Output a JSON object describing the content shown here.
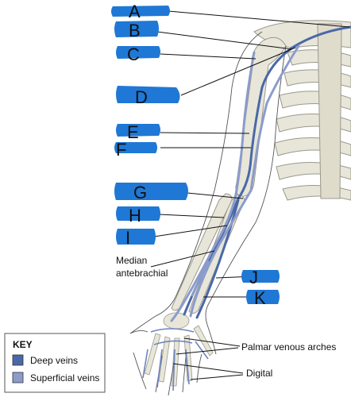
{
  "labels": {
    "a": "A",
    "b": "B",
    "c": "C",
    "d": "D",
    "e": "E",
    "f": "F",
    "g": "G",
    "h": "H",
    "i": "I",
    "j": "J",
    "k": "K"
  },
  "text_labels": {
    "median_line1": "Median",
    "median_line2": "antebrachial",
    "palmar": "Palmar venous arches",
    "digital": "Digital"
  },
  "key": {
    "title": "KEY",
    "deep": "Deep veins",
    "superficial": "Superficial veins"
  },
  "colors": {
    "highlight": "#1f78d6",
    "deep_vein": "#4a68a8",
    "superficial_vein": "#8b9ccb",
    "bone": "#e8e6d8",
    "bone_outline": "#9a988c"
  }
}
